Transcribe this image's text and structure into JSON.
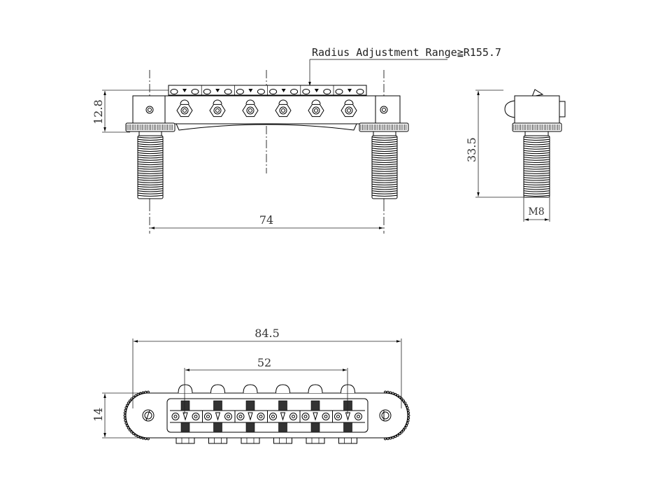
{
  "drawing": {
    "subject": "Tune-o-matic style bridge with M8 studs",
    "annotations": {
      "radius_note": "Radius Adjustment Range≧R155.7"
    },
    "front_view": {
      "height_label": "12.8",
      "stud_spacing_label": "74",
      "saddle_count": 6
    },
    "side_view": {
      "height_label": "33.5",
      "thread_label": "M8"
    },
    "top_view": {
      "overall_width_label": "84.5",
      "saddle_span_label": "52",
      "depth_label": "14",
      "saddle_count": 6
    }
  }
}
